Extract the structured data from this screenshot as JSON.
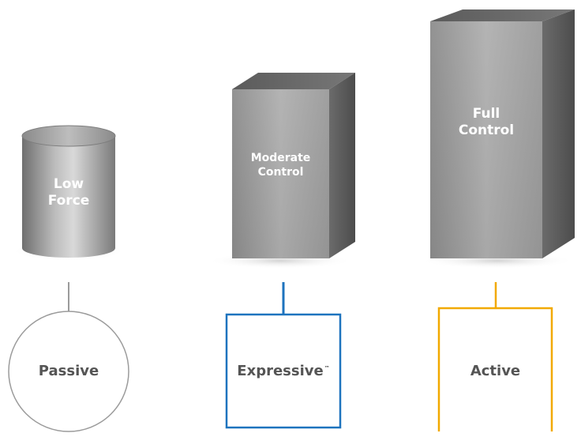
{
  "colors": {
    "passive_accent": "#9b9b9b",
    "expressive_accent": "#1e73be",
    "active_accent": "#f2a900",
    "shape_text": "#ffffff",
    "label_text": "#555555"
  },
  "levels": [
    {
      "shape": "cylinder",
      "shape_label_line1": "Low",
      "shape_label_line2": "Force",
      "node_shape": "circle",
      "node_label": "Passive",
      "accent_color": "#9b9b9b"
    },
    {
      "shape": "box",
      "shape_label_line1": "Moderate",
      "shape_label_line2": "Control",
      "node_shape": "square",
      "node_label": "Expressive",
      "node_label_mark": "™",
      "accent_color": "#1e73be"
    },
    {
      "shape": "box",
      "shape_label_line1": "Full",
      "shape_label_line2": "Control",
      "node_shape": "open-frame",
      "node_label": "Active",
      "accent_color": "#f2a900"
    }
  ]
}
